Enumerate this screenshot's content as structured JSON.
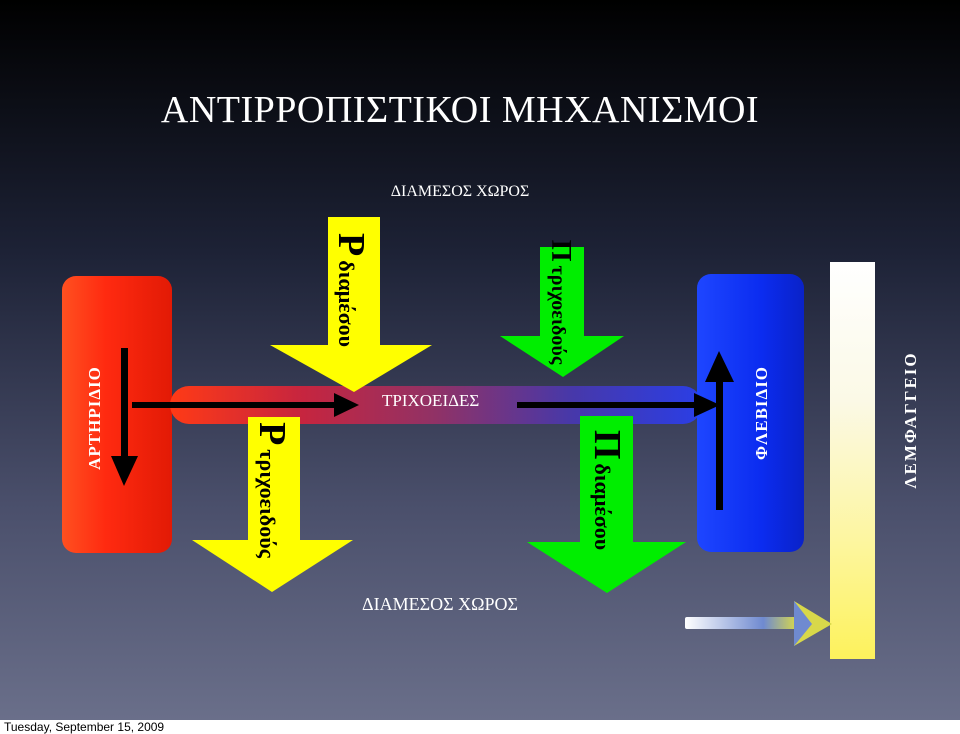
{
  "title": "ΑΝΤΙΡΡΟΠΙΣΤΙΚΟΙ ΜΗΧΑΝΙΣΜΟΙ",
  "interstitial_top": "ΔΙΑΜΕΣΟΣ ΧΩΡΟΣ",
  "interstitial_bottom": "ΔΙΑΜΕΣΟΣ ΧΩΡΟΣ",
  "artery_label": "ΑΡΤΗΡΙΔΙΟ",
  "vein_label": "ΦΛΕΒΙΔΙΟ",
  "lymph_label": "ΛΕΜΦΑΓΓΕΙΟ",
  "capillary_label": "ΤΡΙΧΟΕΙΔΕΣ",
  "arrows": {
    "p_interstitial_symbol": "P",
    "p_interstitial_sub": "διαμέσου",
    "p_capillary_symbol": "P",
    "p_capillary_sub": "τριχοειδούς",
    "pi_capillary_symbol": "Π",
    "pi_capillary_sub": "τριχοειδούς",
    "pi_interstitial_symbol": "Π",
    "pi_interstitial_sub": "διαμέσου"
  },
  "colors": {
    "artery": "#ff2a10",
    "vein": "#0b2cf0",
    "hydrostatic_arrow": "#ffff00",
    "oncotic_arrow": "#00ee00",
    "lymph": "#fdf25c"
  },
  "footer_date": "Tuesday, September 15, 2009"
}
